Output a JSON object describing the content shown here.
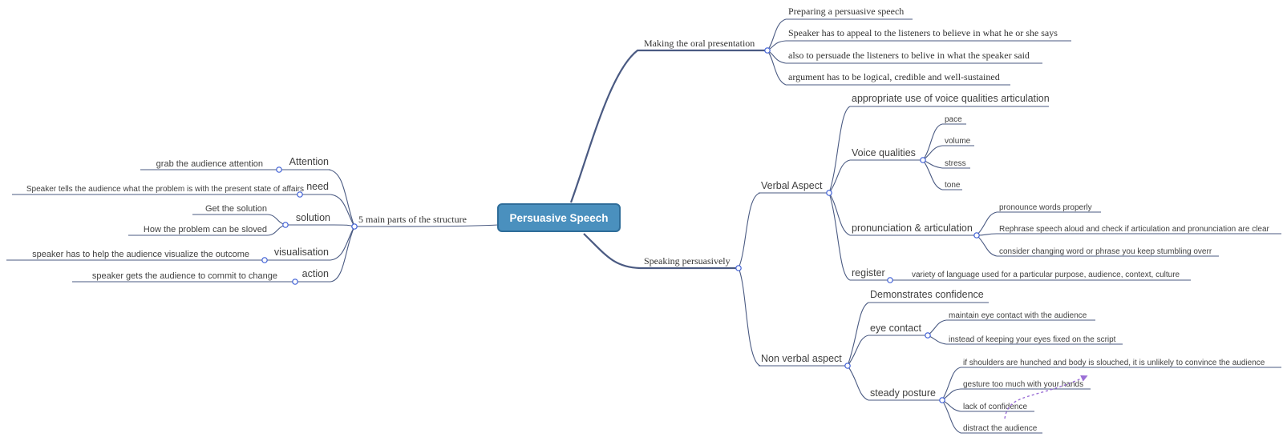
{
  "root": {
    "label": "Persuasive Speech"
  },
  "structure": {
    "label": "5 main parts of the structure",
    "parts": [
      {
        "label": "Attention",
        "items": [
          "grab the audience attention"
        ]
      },
      {
        "label": "need",
        "items": [
          "Speaker tells the audience what the problem is with the present state of affairs"
        ]
      },
      {
        "label": "solution",
        "items": [
          "Get the solution",
          "How the problem can be sloved"
        ]
      },
      {
        "label": "visualisation",
        "items": [
          "speaker has to help the audience visualize the outcome"
        ]
      },
      {
        "label": "action",
        "items": [
          "speaker gets the audience to commit to change"
        ]
      }
    ]
  },
  "oral": {
    "label": "Making the oral presentation",
    "items": [
      "Preparing a persuasive speech",
      "Speaker has to appeal to the listeners to believe in what he or she says",
      "also to persuade the listeners to belive in what the speaker said",
      "argument has to be logical, credible and well-sustained"
    ]
  },
  "speaking": {
    "label": "Speaking persuasively",
    "verbal": {
      "label": "Verbal Aspect",
      "articulation": {
        "label": "appropriate use of voice qualities articulation"
      },
      "voice": {
        "label": "Voice qualities",
        "items": [
          "pace",
          "volume",
          "stress",
          "tone"
        ]
      },
      "pronunciation": {
        "label": "pronunciation & articulation",
        "items": [
          "pronounce words properly",
          "Rephrase speech aloud and check if articulation and pronunciation are clear",
          "consider changing word or phrase you keep stumbling overr"
        ]
      },
      "register": {
        "label": "register",
        "items": [
          "variety of language used for a particular purpose, audience, context, culture"
        ]
      }
    },
    "nonverbal": {
      "label": "Non verbal aspect",
      "confidence": {
        "label": "Demonstrates confidence"
      },
      "eye": {
        "label": "eye contact",
        "items": [
          "maintain eye contact with the audience",
          "instead of keeping your eyes fixed on the script"
        ]
      },
      "posture": {
        "label": "steady posture",
        "items": [
          "if shoulders are hunched and body is slouched, it is unlikely to convince the audience",
          "gesture too much with your hands",
          "lack of confidence",
          "distract the audience"
        ]
      }
    }
  },
  "colors": {
    "root_fill": "#4a90be",
    "root_border": "#2f6d99",
    "edge": "#4a5a82",
    "knob": "#3e5fd6",
    "association": "#9b6fd6"
  }
}
